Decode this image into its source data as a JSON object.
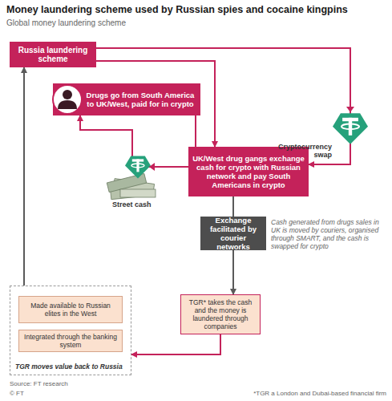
{
  "diagram": {
    "title": "Money laundering scheme used by Russian spies and cocaine kingpins",
    "nodes": [
      {
        "text": [
          "Russia laundering scheme"
        ]
      },
      {
        "text": [
          "Drugs go from South America to UK/West, paid for in crypto"
        ]
      },
      {
        "text": [
          "UK/West drug gangs exchange cash for crypto with Russian network and pay South Americans in crypto"
        ]
      },
      {
        "text": [
          "Exchange facilitated by courier networks"
        ]
      },
      {
        "text": [
          "TGR* takes the cash and the money is laundered through companies"
        ]
      },
      {
        "text": [
          "TGR moves value back to Russia"
        ]
      },
      {
        "text": [
          "Made available to Russian elites in the West"
        ],
        "in": 5
      },
      {
        "text": [
          "Integrated through the banking system"
        ],
        "in": 5
      }
    ],
    "edges": [
      {
        "from": 0,
        "to": 2,
        "arrow": "to"
      },
      {
        "from": 0,
        "to": 2,
        "arrow": "to"
      },
      {
        "from": 2,
        "to": 1,
        "arrow": "none"
      },
      {
        "from": 2,
        "to": 1,
        "arrow": "to"
      },
      {
        "from": 2,
        "to": 3,
        "arrow": "none"
      },
      {
        "from": 3,
        "to": 4,
        "arrow": "to"
      },
      {
        "from": 4,
        "to": 5,
        "arrow": "to"
      },
      {
        "from": 5,
        "to": 0,
        "arrow": "to"
      }
    ],
    "labels": [
      "Global money laundering scheme",
      "Cryptocurrency swap",
      "Street cash",
      "Cash generated from drugs sales in UK is moved by couriers, organised through SMART, and the cash is swapped for crypto",
      "Source: FT research",
      "© FT",
      "*TGR a London and Dubai-based financial firm"
    ]
  }
}
